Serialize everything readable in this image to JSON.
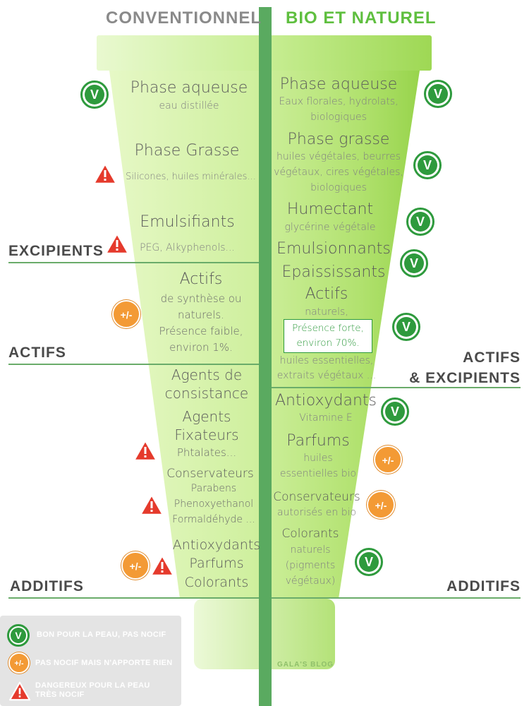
{
  "headers": {
    "left": "CONVENTIONNEL",
    "right": "BIO ET NATUREL"
  },
  "colors": {
    "header_left": "#8a8a8a",
    "header_right": "#5fbf3f",
    "divider": "#5aaa60",
    "tube_light": "#e4f7c0",
    "tube_dark": "#9ad84c",
    "good": "#2e9a3d",
    "neutral": "#f39a35",
    "danger": "#e53a2c"
  },
  "sections": {
    "excipients": "EXCIPIENTS",
    "actifs_left": "ACTIFS",
    "actifs_right_1": "ACTIFS",
    "actifs_right_2": "& EXCIPIENTS",
    "additifs_left": "ADDITIFS",
    "additifs_right": "ADDITIFS"
  },
  "left": {
    "phase_aqueuse": "Phase aqueuse",
    "eau": "eau distillée",
    "phase_grasse": "Phase Grasse",
    "silicones": "Silicones, huiles minérales...",
    "emulsifiants": "Emulsifiants",
    "peg": "PEG, Alkyphenols...",
    "actifs": "Actifs",
    "actifs_desc": [
      "de synthèse ou",
      "naturels.",
      "Présence faible,",
      "environ 1%."
    ],
    "agents_consistance": [
      "Agents de",
      "consistance"
    ],
    "agents_fixateurs": [
      "Agents",
      "Fixateurs"
    ],
    "phtalates": "Phtalates...",
    "conservateurs": "Conservateurs",
    "conservateurs_desc": [
      "Parabens",
      "Phenoxyethanol",
      "Formaldéhyde ..."
    ],
    "additifs": [
      "Antioxydants",
      "Parfums",
      "Colorants"
    ]
  },
  "right": {
    "phase_aqueuse": "Phase aqueuse",
    "phase_aqueuse_desc": [
      "Eaux florales, hydrolats,",
      "biologiques"
    ],
    "phase_grasse": "Phase grasse",
    "phase_grasse_desc": [
      "huiles végétales, beurres",
      "végétaux, cires végétales,",
      "biologiques"
    ],
    "humectant": "Humectant",
    "glycerine": "glycérine végétale",
    "emulsionnants": "Emulsionnants",
    "epaississants": "Epaississants",
    "actifs": "Actifs",
    "naturels": "naturels,",
    "presence": [
      "Présence forte,",
      "environ 70%."
    ],
    "actifs_desc": [
      "huiles essentielles,",
      "extraits végétaux ..."
    ],
    "antioxydants": "Antioxydants",
    "vitamine": "Vitamine E",
    "parfums": "Parfums",
    "parfums_desc": [
      "huiles",
      "essentielles bio"
    ],
    "conservateurs": "Conservateurs",
    "conservateurs_desc": "autorisés en bio",
    "colorants": "Colorants",
    "colorants_desc": [
      "naturels",
      "(pigments",
      "végétaux)"
    ]
  },
  "badges": {
    "good": "V",
    "neutral": "+/-"
  },
  "legend": {
    "good": "BON POUR LA PEAU, PAS NOCIF",
    "neutral": "PAS NOCIF MAIS N'APPORTE RIEN",
    "danger_1": "DANGEREUX POUR LA PEAU",
    "danger_2": "TRÈS NOCIF"
  },
  "watermark": "GALA'S BLOG"
}
